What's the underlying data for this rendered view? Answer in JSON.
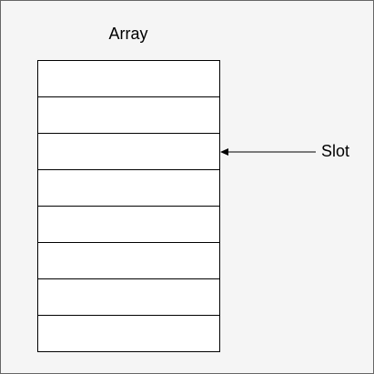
{
  "diagram": {
    "title": "Array",
    "cell_count": 8,
    "pointer_label": "Slot",
    "pointed_cell_index": 2,
    "colors": {
      "background": "#f5f5f5",
      "cell_fill": "#ffffff",
      "stroke": "#000000",
      "frame": "#666666"
    }
  }
}
